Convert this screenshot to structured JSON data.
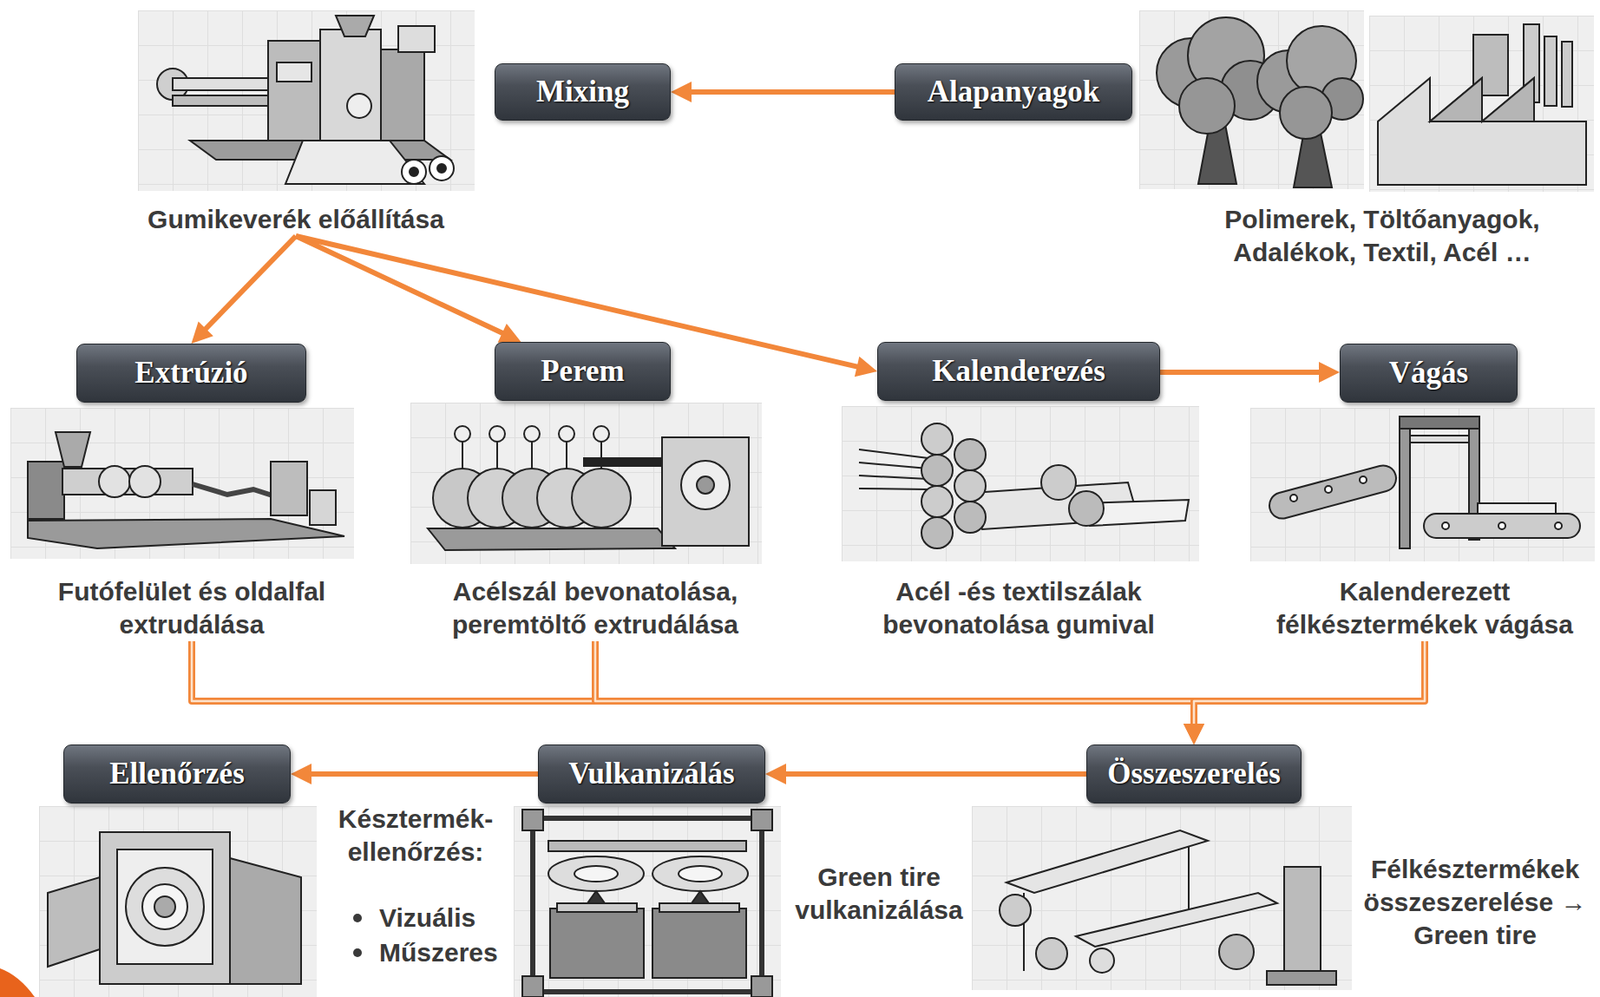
{
  "diagram": {
    "nodes": [
      {
        "text": [
          "Mixing",
          "Gumikeverék előállítása"
        ]
      },
      {
        "text": [
          "Alapanyagok",
          "Polimerek, Töltőanyagok, Adalékok, Textil, Acél …"
        ]
      },
      {
        "text": [
          "Extrúzió",
          "Futófelület és oldalfal extrudálása"
        ]
      },
      {
        "text": [
          "Perem",
          "Acélszál bevonatolása, peremtöltő extrudálása"
        ]
      },
      {
        "text": [
          "Kalenderezés",
          "Acél -és textilszálak bevonatolása gumival"
        ]
      },
      {
        "text": [
          "Vágás",
          "Kalenderezett félkésztermékek vágása"
        ]
      },
      {
        "text": [
          "Ellenőrzés",
          "Késztermék-ellenőrzés:",
          "Vizuális",
          "Műszeres"
        ]
      },
      {
        "text": [
          "Vulkanizálás",
          "Green tire vulkanizálása"
        ]
      },
      {
        "text": [
          "Összeszerelés",
          "Félkésztermékek összeszerelése → Green tire"
        ]
      }
    ],
    "edges": [
      {
        "from": 1,
        "to": 0,
        "arrow": "to"
      },
      {
        "from": 0,
        "to": 2,
        "arrow": "to"
      },
      {
        "from": 0,
        "to": 3,
        "arrow": "to"
      },
      {
        "from": 0,
        "to": 4,
        "arrow": "to"
      },
      {
        "from": 4,
        "to": 5,
        "arrow": "to"
      },
      {
        "from": 2,
        "to": 8,
        "arrow": "to"
      },
      {
        "from": 3,
        "to": 8,
        "arrow": "to"
      },
      {
        "from": 5,
        "to": 8,
        "arrow": "to"
      },
      {
        "from": 8,
        "to": 7,
        "arrow": "to"
      },
      {
        "from": 7,
        "to": 6,
        "arrow": "to"
      }
    ]
  }
}
